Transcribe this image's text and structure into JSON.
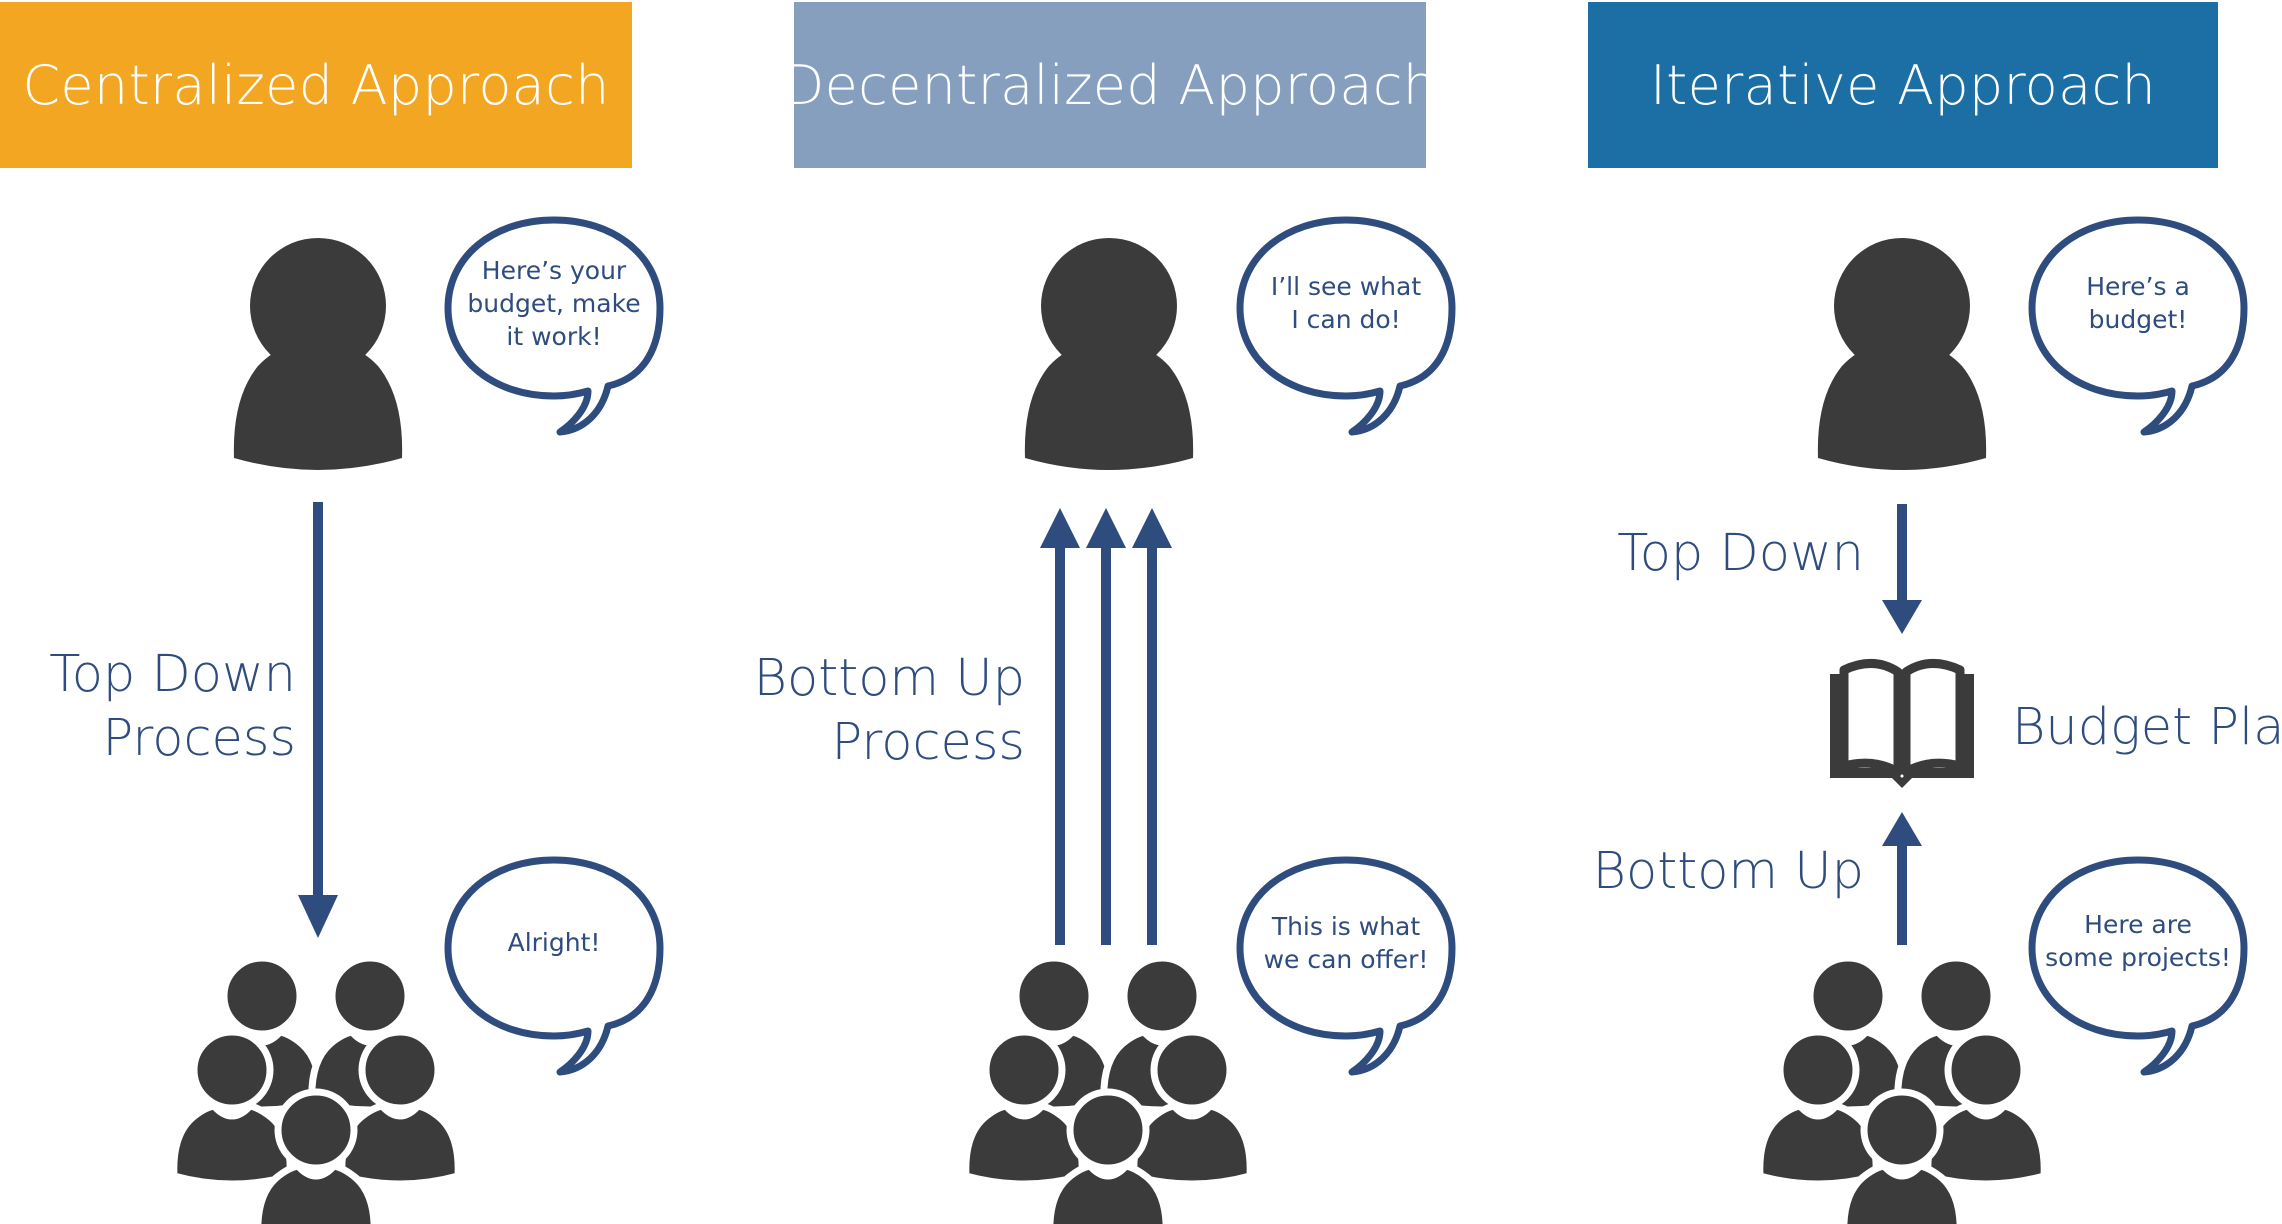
{
  "colors": {
    "centralized": "#f2a622",
    "decentralized": "#869fbf",
    "iterative": "#1b6fa4",
    "arrow": "#2e4c7e",
    "person": "#3b3b3b"
  },
  "columns": [
    {
      "header": "Centralized Approach",
      "top_bubble": "Here’s your\nbudget, make\nit work!",
      "process_label_line1": "Top Down",
      "process_label_line2": "Process",
      "bottom_bubble": "Alright!"
    },
    {
      "header": "Decentralized Approach",
      "top_bubble": "I’ll see what\nI can do!",
      "process_label_line1": "Bottom Up",
      "process_label_line2": "Process",
      "bottom_bubble": "This is what\nwe can offer!"
    },
    {
      "header": "Iterative Approach",
      "top_bubble": "Here’s a\nbudget!",
      "top_label": "Top Down",
      "plan_label": "Budget Plan",
      "bottom_label": "Bottom Up",
      "bottom_bubble": "Here are\nsome projects!"
    }
  ],
  "icons": {
    "manager": "person-icon",
    "team": "group-icon",
    "plan": "open-book-icon",
    "speech": "speech-bubble-icon"
  }
}
